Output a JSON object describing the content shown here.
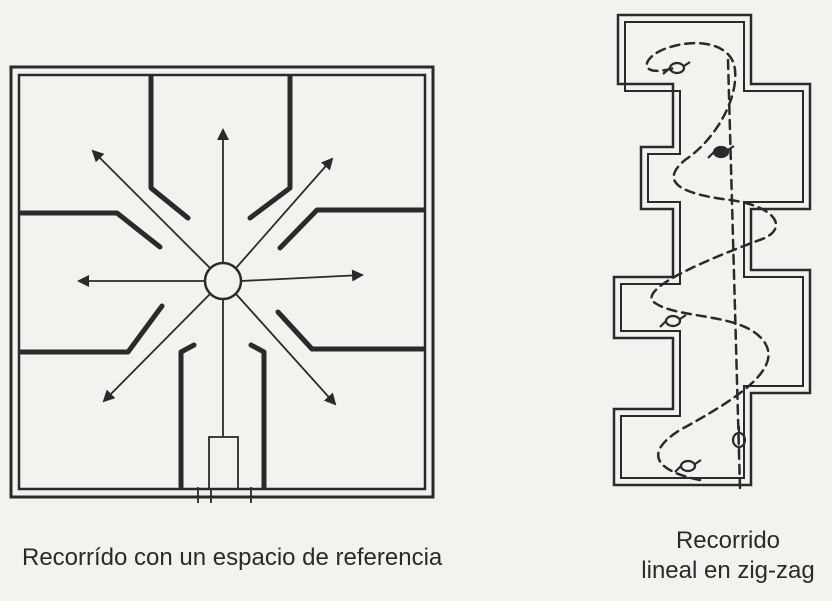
{
  "diagrams": {
    "radial": {
      "caption": "Recorrído con un espacio de referencia"
    },
    "zigzag": {
      "caption_line1": "Recorrido",
      "caption_line2": "lineal en zig-zag"
    }
  },
  "colors": {
    "background": "#f4f2ef",
    "ink": "#2a2a2a"
  }
}
